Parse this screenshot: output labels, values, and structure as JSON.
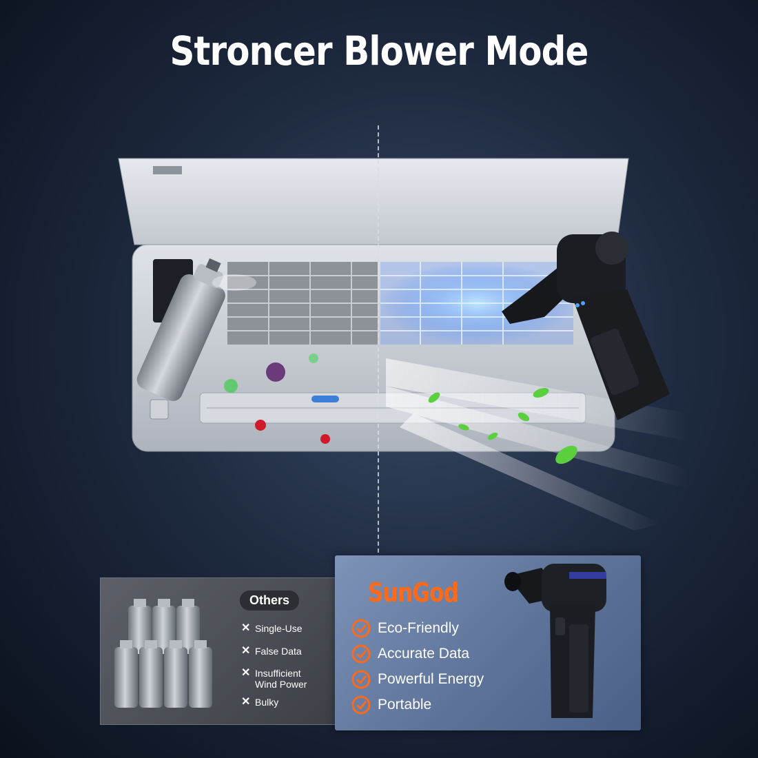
{
  "title": "Stroncer Blower Mode",
  "colors": {
    "accent": "#ff6a1a",
    "panel_blue": "#5d7399",
    "panel_gray": "#4a4d54"
  },
  "others": {
    "heading": "Others",
    "items": [
      {
        "icon": "x-icon",
        "lines": [
          "Single-Use"
        ]
      },
      {
        "icon": "x-icon",
        "lines": [
          "False Data"
        ]
      },
      {
        "icon": "x-icon",
        "lines": [
          "Insufficient",
          "Wind Power"
        ]
      },
      {
        "icon": "x-icon",
        "lines": [
          "Bulky"
        ]
      }
    ]
  },
  "sungod": {
    "brand": "SunGod",
    "items": [
      {
        "icon": "check-circle-icon",
        "label": "Eco-Friendly"
      },
      {
        "icon": "check-circle-icon",
        "label": "Accurate Data"
      },
      {
        "icon": "check-circle-icon",
        "label": "Powerful Energy"
      },
      {
        "icon": "check-circle-icon",
        "label": "Portable"
      }
    ]
  }
}
